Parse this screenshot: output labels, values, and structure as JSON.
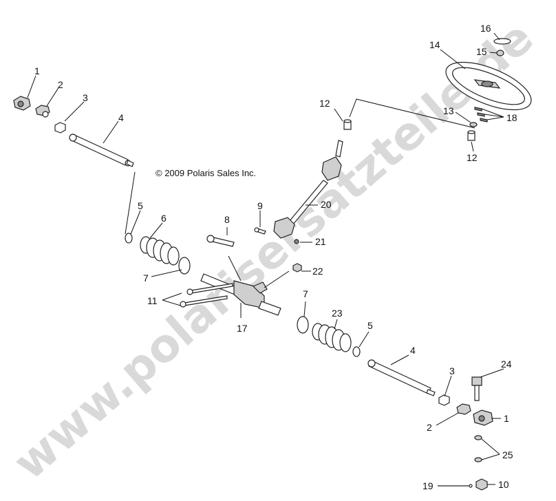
{
  "copyright": "© 2009 Polaris Sales Inc.",
  "watermark": "www.polarisersatzteile.de",
  "callouts": [
    {
      "id": "c1a",
      "text": "1"
    },
    {
      "id": "c2a",
      "text": "2"
    },
    {
      "id": "c3a",
      "text": "3"
    },
    {
      "id": "c4a",
      "text": "4"
    },
    {
      "id": "c5a",
      "text": "5"
    },
    {
      "id": "c6",
      "text": "6"
    },
    {
      "id": "c7a",
      "text": "7"
    },
    {
      "id": "c8",
      "text": "8"
    },
    {
      "id": "c9",
      "text": "9"
    },
    {
      "id": "c11",
      "text": "11"
    },
    {
      "id": "c17",
      "text": "17"
    },
    {
      "id": "c12a",
      "text": "12"
    },
    {
      "id": "c12b",
      "text": "12"
    },
    {
      "id": "c13",
      "text": "13"
    },
    {
      "id": "c14",
      "text": "14"
    },
    {
      "id": "c15",
      "text": "15"
    },
    {
      "id": "c16",
      "text": "16"
    },
    {
      "id": "c18",
      "text": "18"
    },
    {
      "id": "c20",
      "text": "20"
    },
    {
      "id": "c21",
      "text": "21"
    },
    {
      "id": "c22",
      "text": "22"
    },
    {
      "id": "c7b",
      "text": "7"
    },
    {
      "id": "c23",
      "text": "23"
    },
    {
      "id": "c5b",
      "text": "5"
    },
    {
      "id": "c4b",
      "text": "4"
    },
    {
      "id": "c3b",
      "text": "3"
    },
    {
      "id": "c24",
      "text": "24"
    },
    {
      "id": "c1b",
      "text": "1"
    },
    {
      "id": "c2b",
      "text": "2"
    },
    {
      "id": "c25",
      "text": "25"
    },
    {
      "id": "c19",
      "text": "19"
    },
    {
      "id": "c10",
      "text": "10"
    }
  ]
}
